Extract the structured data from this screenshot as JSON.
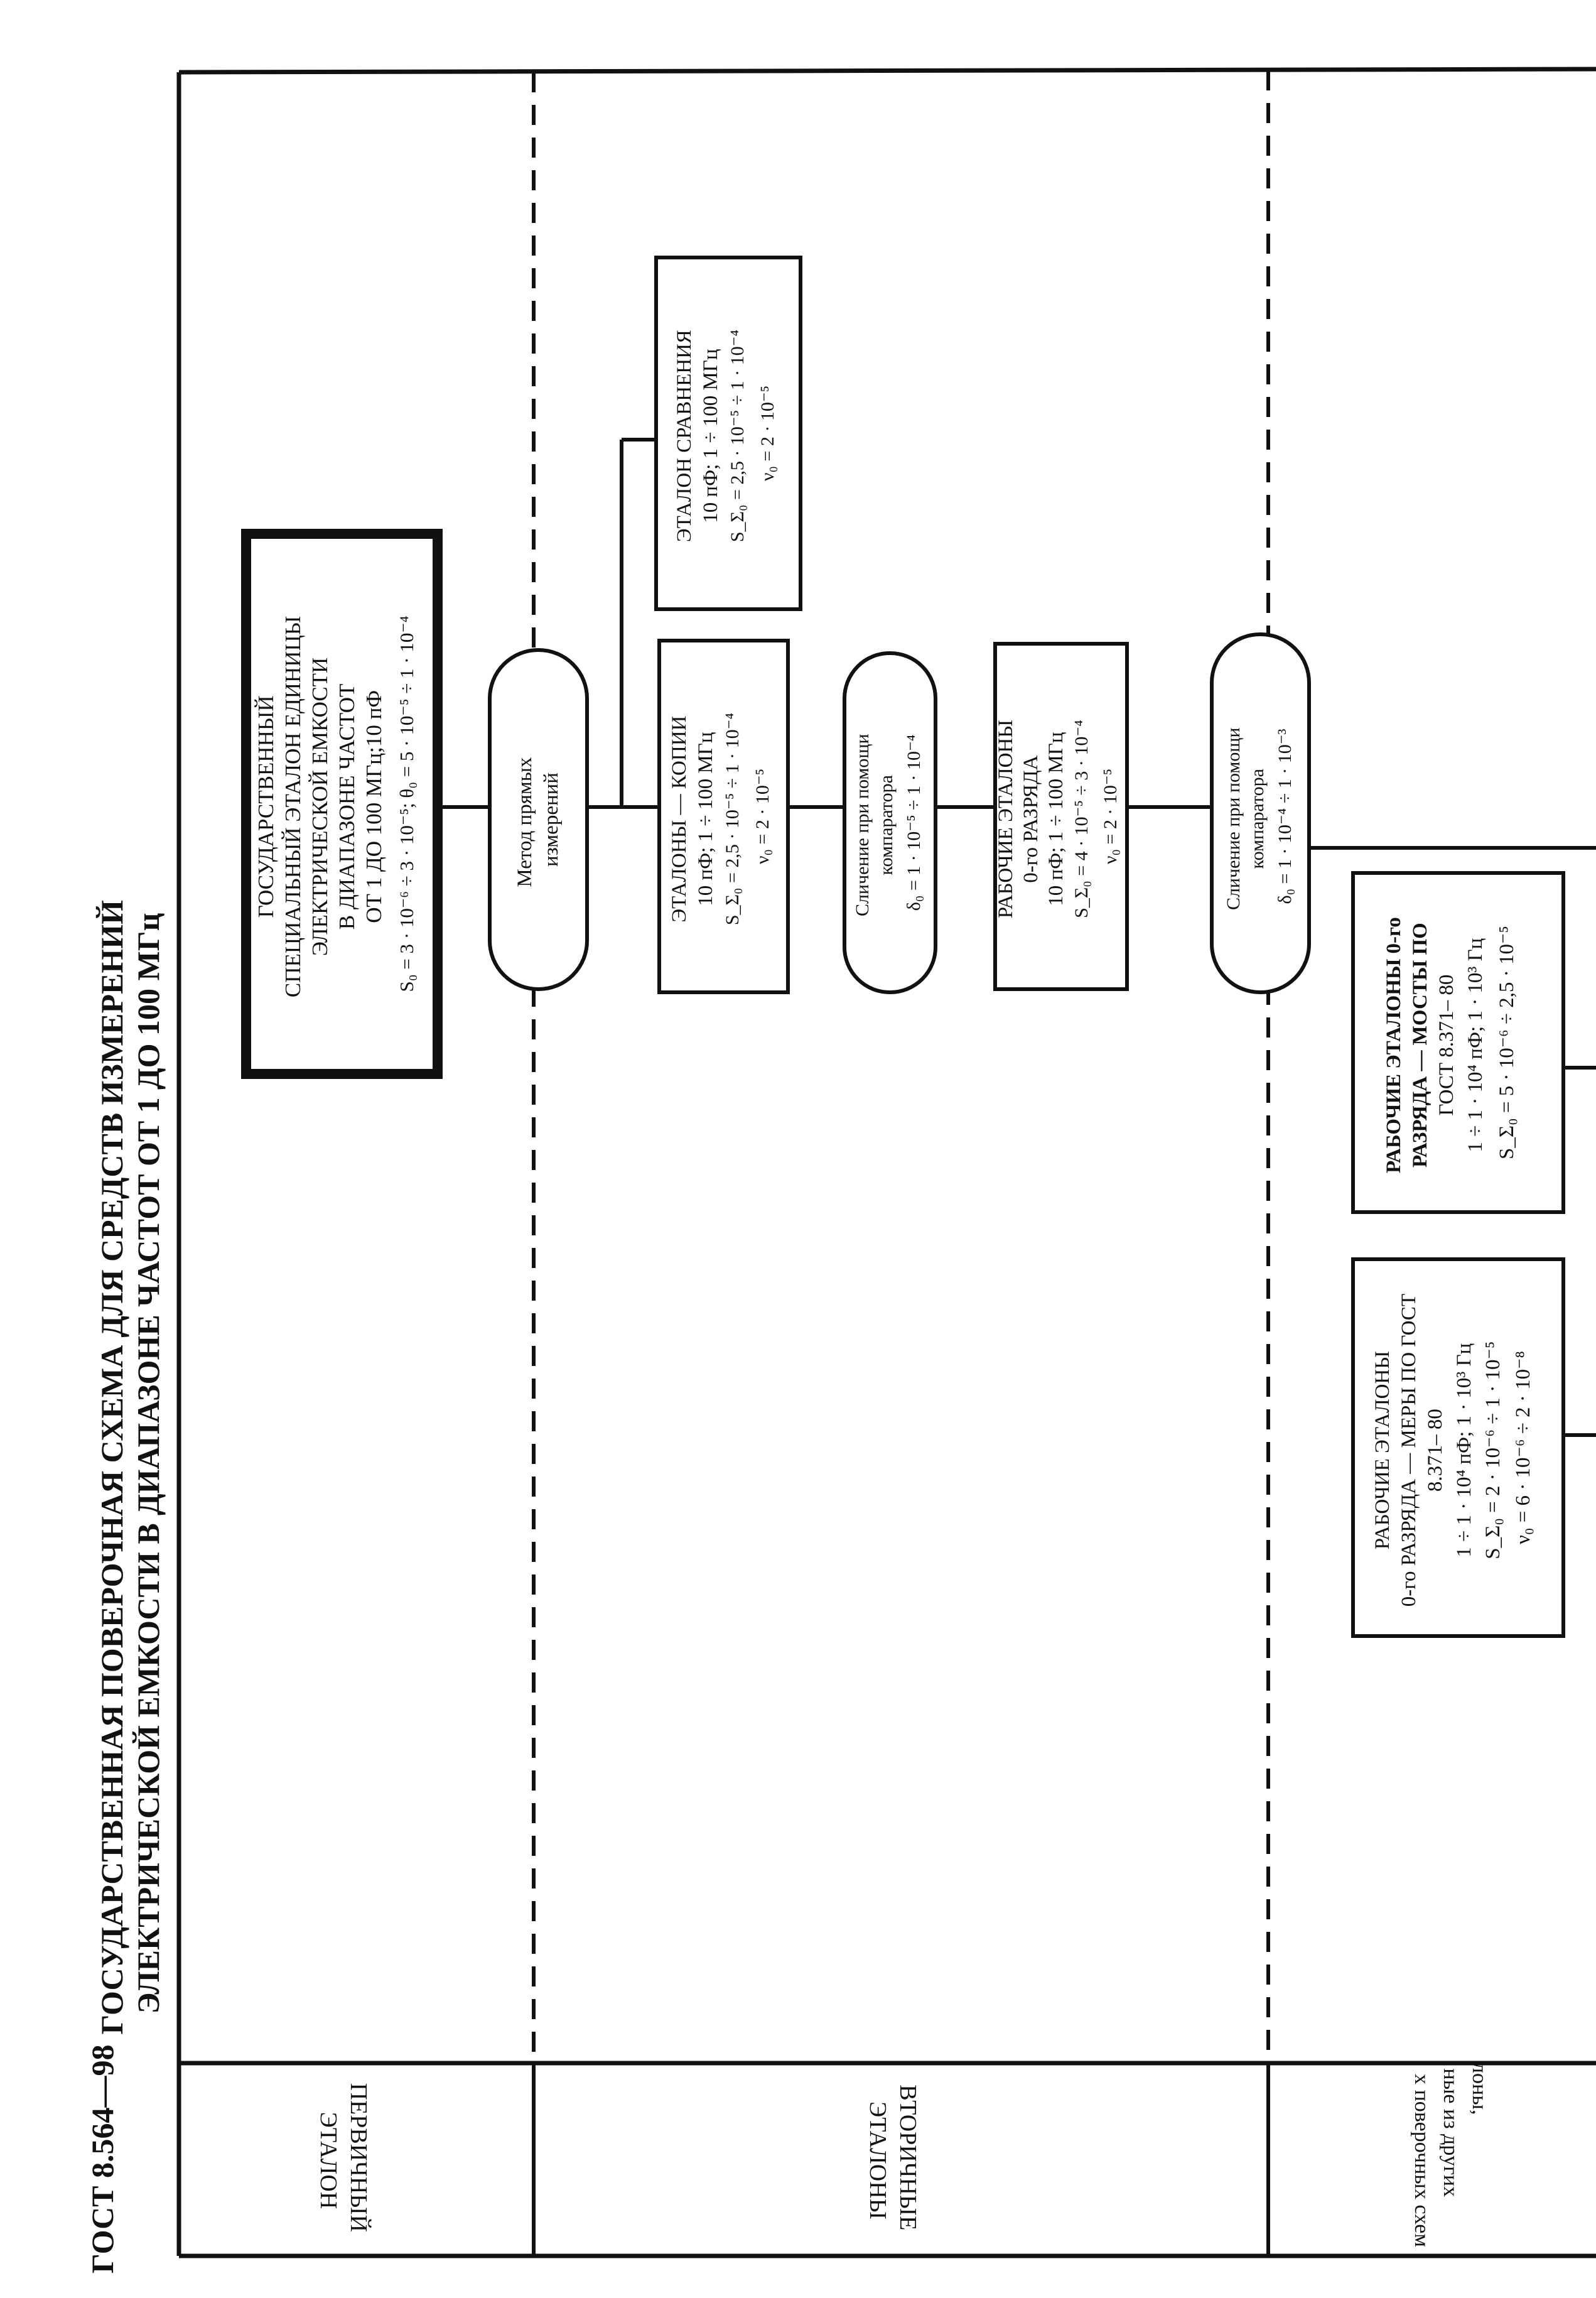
{
  "doc_code": "ГОСТ 8.564—98",
  "title_lines": [
    "ГОСУДАРСТВЕННАЯ ПОВЕРОЧНАЯ СХЕМА ДЛЯ СРЕДСТВ ИЗМЕРЕНИЙ",
    "ЭЛЕКТРИЧЕСКОЙ ЕМКОСТИ В ДИАПАЗОНЕ ЧАСТОТ ОТ 1 ДО 100 МГц"
  ],
  "levels": [
    {
      "lines": [
        "ПЕРВИЧНЫЙ",
        "ЭТАЛОН"
      ]
    },
    {
      "lines": [
        "ВТОРИЧНЫЕ",
        "ЭТАЛОНЫ"
      ]
    },
    {
      "lines": [
        "лоны,",
        "ные из других",
        "х поверочных схем"
      ]
    }
  ],
  "primary_standard": {
    "lines": [
      "ГОСУДАРСТВЕННЫЙ",
      "СПЕЦИАЛЬНЫЙ ЭТАЛОН ЕДИНИЦЫ",
      "ЭЛЕКТРИЧЕСКОЙ ЕМКОСТИ",
      "В ДИАПАЗОНЕ ЧАСТОТ",
      "ОТ 1 ДО 100 МГц;10  пФ",
      "S₀ = 3 · 10⁻⁶ ÷ 3 · 10⁻⁵; θ₀ = 5 · 10⁻⁵ ÷ 1 · 10⁻⁴"
    ]
  },
  "method_direct": {
    "lines": [
      "Метод прямых",
      "измерений"
    ]
  },
  "copy_standards": {
    "lines": [
      "ЭТАЛОНЫ — КОПИИ",
      "10 пФ; 1 ÷ 100 МГц",
      "S_Σ₀ = 2,5 · 10⁻⁵ ÷ 1 · 10⁻⁴",
      "ν₀ = 2 · 10⁻⁵"
    ]
  },
  "comparison_standard": {
    "lines": [
      "ЭТАЛОН СРАВНЕНИЯ",
      "10 пФ; 1 ÷ 100 МГц",
      "S_Σ₀ = 2,5 · 10⁻⁵ ÷ 1 · 10⁻⁴",
      "ν₀ = 2 · 10⁻⁵"
    ]
  },
  "comparator_1": {
    "lines": [
      "Сличение при помощи",
      "компаратора",
      "δ₀ = 1 · 10⁻⁵ ÷ 1 · 10⁻⁴"
    ]
  },
  "working_standards_0": {
    "lines": [
      "РАБОЧИЕ ЭТАЛОНЫ",
      "0-го РАЗРЯДА",
      "10 пФ; 1 ÷ 100 МГц",
      "S_Σ₀ = 4 · 10⁻⁵ ÷ 3 · 10⁻⁴",
      "ν₀ = 2 · 10⁻⁵"
    ]
  },
  "comparator_2": {
    "lines": [
      "Сличение при помощи",
      "компаратора",
      "δ₀ = 1 · 10⁻⁴ ÷ 1 · 10⁻³"
    ]
  },
  "working_measures": {
    "lines": [
      "РАБОЧИЕ ЭТАЛОНЫ",
      "0-го РАЗРЯДА — МЕРЫ ПО ГОСТ",
      "8.371– 80",
      "1 ÷ 1 · 10⁴ пФ; 1 · 10³ Гц",
      "S_Σ₀ = 2 · 10⁻⁶ ÷ 1 · 10⁻⁵",
      "ν₀ = 6 · 10⁻⁶ ÷ 2 · 10⁻⁸"
    ]
  },
  "working_bridges": {
    "lines": [
      "РАБОЧИЕ ЭТАЛОНЫ 0-го",
      "РАЗРЯДА — МОСТЫ ПО",
      "ГОСТ 8.371– 80",
      "1 ÷ 1 · 10⁴ пФ; 1 · 10³ Гц",
      "S_Σ₀ = 5 · 10⁻⁶ ÷ 2,5 · 10⁻⁵"
    ]
  }
}
